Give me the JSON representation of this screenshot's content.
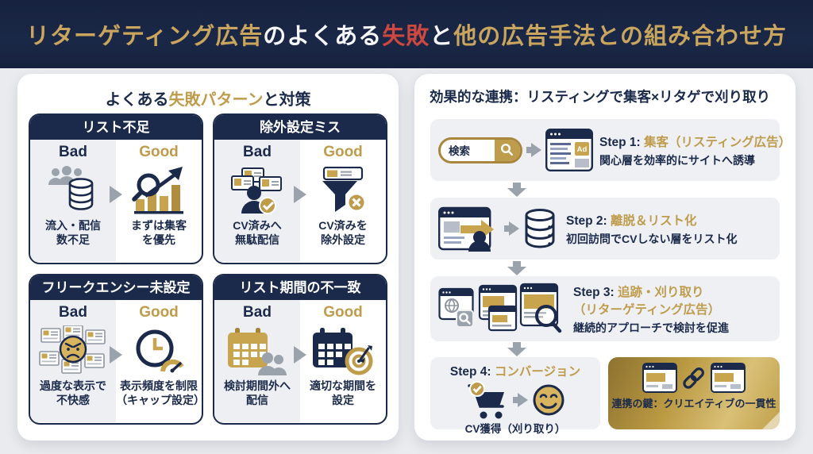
{
  "colors": {
    "navy": "#1b2a4a",
    "gold": "#bf9c4c",
    "red": "#cc4840",
    "gray": "#9aa2ac",
    "row_bg": "#eef0f4",
    "gold_box": "#bb9a43"
  },
  "header": {
    "title_brand": "リターゲティング広告",
    "title_mid": "のよくある",
    "title_fail": "失敗",
    "title_and": "と",
    "title_rest": "他の広告手法との組み合わせ方"
  },
  "left_panel": {
    "heading_pre": "よくある",
    "heading_highlight": "失敗パターン",
    "heading_post": "と対策",
    "cards": [
      {
        "title": "リスト不足",
        "bad_label": "Bad",
        "good_label": "Good",
        "bad_icon": "audience-database-icon",
        "good_icon": "growth-search-chart-icon",
        "bad_line1": "流入・配信",
        "bad_line2": "数不足",
        "good_line1": "まずは集客",
        "good_line2": "を優先"
      },
      {
        "title": "除外設定ミス",
        "bad_label": "Bad",
        "good_label": "Good",
        "bad_icon": "ads-to-converted-user-icon",
        "good_icon": "exclusion-funnel-icon",
        "bad_line1": "CV済みへ",
        "bad_line2": "無駄配信",
        "good_line1": "CV済みを",
        "good_line2": "除外設定"
      },
      {
        "title": "フリークエンシー未設定",
        "bad_label": "Bad",
        "good_label": "Good",
        "bad_icon": "ad-overload-angry-face-icon",
        "good_icon": "frequency-cap-clock-icon",
        "bad_line1": "過度な表示で",
        "bad_line2": "不快感",
        "good_line1": "表示頻度を制限",
        "good_line2": "（キャップ設定）"
      },
      {
        "title": "リスト期間の不一致",
        "bad_label": "Bad",
        "good_label": "Good",
        "bad_icon": "calendar-mismatch-icon",
        "good_icon": "calendar-target-icon",
        "bad_line1": "検討期間外へ",
        "bad_line2": "配信",
        "good_line1": "適切な期間を",
        "good_line2": "設定"
      }
    ]
  },
  "right_panel": {
    "heading": "効果的な連携：リスティングで集客×リタゲで刈り取り",
    "search_box": {
      "label": "検索",
      "icon": "search-icon"
    },
    "ad_badge": "Ad",
    "steps": [
      {
        "prefix": "Step 1:",
        "highlight": "集客（リスティング広告）",
        "desc": "関心層を効率的にサイトへ誘導",
        "icons": [
          "search-box",
          "listing-ad-browser-icon"
        ]
      },
      {
        "prefix": "Step 2:",
        "highlight": "離脱＆リスト化",
        "desc": "初回訪問でCVしない層をリスト化",
        "icons": [
          "visitor-exit-browser-icon",
          "database-icon"
        ]
      },
      {
        "prefix": "Step 3:",
        "highlight": "追跡・刈り取り",
        "highlight2": "（リターゲティング広告）",
        "desc": "継続的アプローチで検討を促進",
        "icons": [
          "retargeting-browsers-icon"
        ]
      },
      {
        "prefix": "Step 4:",
        "highlight": "コンバージョン",
        "caption": "CV獲得（刈り取り）",
        "icons": [
          "cart-check-icon",
          "smiley-icon"
        ]
      }
    ],
    "key_box": {
      "text": "連携の鍵：クリエイティブの一貫性",
      "icon": "linked-creatives-icon"
    }
  }
}
